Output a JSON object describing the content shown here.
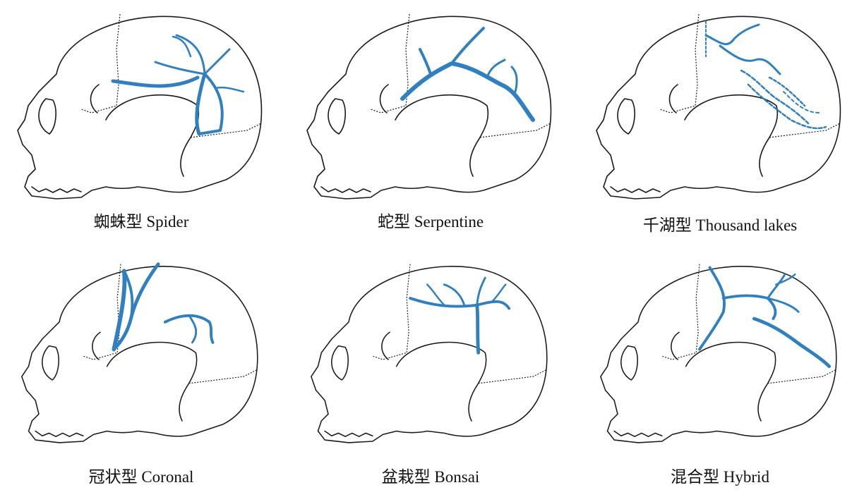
{
  "panels": [
    {
      "label": "蜘蛛型 Spider",
      "pattern": "spider"
    },
    {
      "label": "蛇型 Serpentine",
      "pattern": "serpentine"
    },
    {
      "label": "千湖型 Thousand lakes",
      "pattern": "thousand-lakes"
    },
    {
      "label": "冠状型 Coronal",
      "pattern": "coronal"
    },
    {
      "label": "盆栽型 Bonsai",
      "pattern": "bonsai"
    },
    {
      "label": "混合型 Hybrid",
      "pattern": "hybrid"
    }
  ],
  "colors": {
    "vessel": "#2f7fc1",
    "outline": "#1a1a1a",
    "background": "#ffffff"
  }
}
